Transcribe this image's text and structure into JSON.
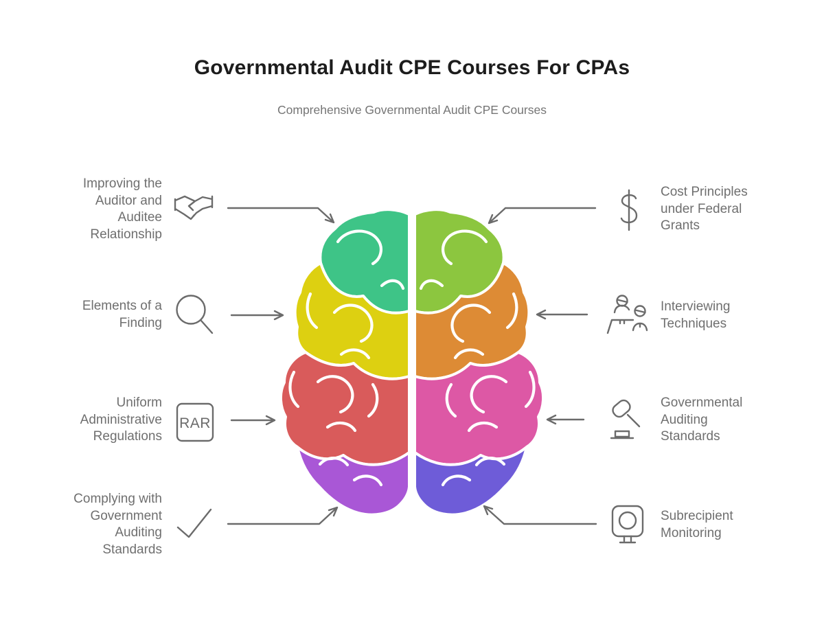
{
  "header": {
    "title": "Governmental Audit CPE Courses For CPAs",
    "subtitle": "Comprehensive Governmental Audit CPE Courses"
  },
  "items": [
    {
      "id": "improving-relationship",
      "side": "left",
      "icon": "handshake-icon",
      "label": "Improving the\nAuditor and\nAuditee\nRelationship"
    },
    {
      "id": "elements-finding",
      "side": "left",
      "icon": "magnifier-icon",
      "label": "Elements of a\nFinding"
    },
    {
      "id": "uniform-regulations",
      "side": "left",
      "icon": "rar-document-icon",
      "icon_text": "RAR",
      "label": "Uniform\nAdministrative\nRegulations"
    },
    {
      "id": "complying-standards",
      "side": "left",
      "icon": "checkmark-icon",
      "label": "Complying with\nGovernment\nAuditing\nStandards"
    },
    {
      "id": "cost-principles",
      "side": "right",
      "icon": "dollar-icon",
      "label": "Cost Principles\nunder Federal\nGrants"
    },
    {
      "id": "interviewing",
      "side": "right",
      "icon": "interview-icon",
      "label": "Interviewing\nTechniques"
    },
    {
      "id": "gov-audit-standards",
      "side": "right",
      "icon": "gavel-icon",
      "label": "Governmental\nAuditing\nStandards"
    },
    {
      "id": "subrecipient-monitoring",
      "side": "right",
      "icon": "monitor-icon",
      "label": "Subrecipient\nMonitoring"
    }
  ],
  "brain": {
    "colors": {
      "left_top": "#3ec487",
      "left_upper": "#ddd011",
      "left_lower": "#d95b5b",
      "left_bottom": "#a957d6",
      "right_top": "#8cc63f",
      "right_upper": "#dd8b35",
      "right_lower": "#dd58a5",
      "right_bottom": "#6e5cd8"
    }
  },
  "style": {
    "text_color": "#6f6f6f",
    "line_color": "#6b6b6b",
    "title_color": "#1c1c1c"
  }
}
